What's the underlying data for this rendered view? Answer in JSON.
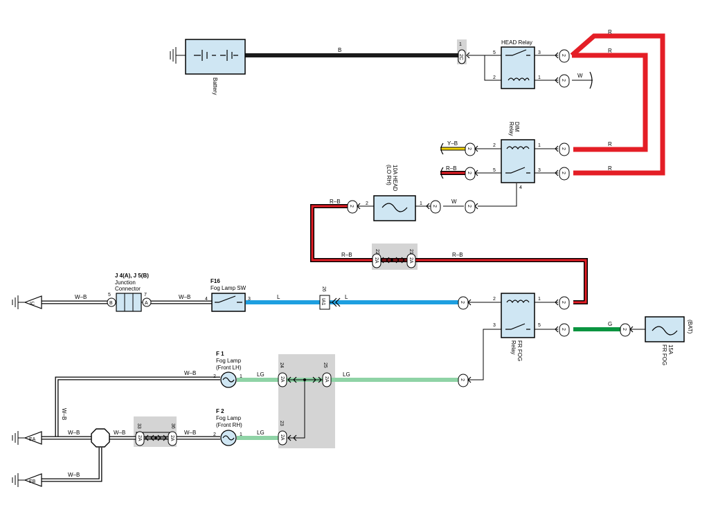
{
  "components": {
    "battery": "Battery",
    "head_relay": "HEAD Relay",
    "dim_relay_l1": "DIM",
    "dim_relay_l2": "Relay",
    "fuse_head_l1": "10A HEAD",
    "fuse_head_l2": "(LO RH)",
    "fr_fog_relay_l1": "FR FOG",
    "fr_fog_relay_l2": "Relay",
    "fuse_fog_l1": "15A",
    "fuse_fog_l2": "FR FOG",
    "fuse_fog_bat": "(BAT)",
    "junction_l1": "J 4(A), J 5(B)",
    "junction_l2": "Junction",
    "junction_l3": "Connector",
    "fog_sw_id": "F16",
    "fog_sw_name": "Fog Lamp SW",
    "fog_lh_id": "F 1",
    "fog_lh_l1": "Fog Lamp",
    "fog_lh_l2": "(Front LH)",
    "fog_rh_id": "F 2",
    "fog_rh_l1": "Fog Lamp",
    "fog_rh_l2": "(Front RH)",
    "ground_ic": "IC",
    "ground_ea": "EA",
    "ground_eb": "EB"
  },
  "wire_colors": {
    "b": "B",
    "r1": "R",
    "r2": "R",
    "r3": "R",
    "r4": "R",
    "w1": "W",
    "w2": "W",
    "yb": "Y–B",
    "rb1": "R–B",
    "rb2": "R–B",
    "rb3": "R–B",
    "rb4": "R–B",
    "l1": "L",
    "l2": "L",
    "g": "G",
    "lg1": "LG",
    "lg2": "LG",
    "lg3": "LG",
    "wb1": "W–B",
    "wb2": "W–B",
    "wb3": "W–B",
    "wb4": "W–B",
    "wb5": "W–B",
    "wb6": "W–B",
    "wb7": "W–B"
  },
  "connectors": {
    "c2c_top": "2C",
    "c2c_pin": "1",
    "c2_label": "2",
    "c2a_22": "2A",
    "c2a_22_pin": "22",
    "c2a_21": "2A",
    "c2a_21_pin": "21",
    "ia1": "IA1",
    "ia1_pin": "26",
    "j_b": "B",
    "j_b_pin": "5",
    "j_a": "A",
    "j_a_pin": "7",
    "c2a_24": "2A",
    "c2a_24_pin": "24",
    "c2a_25": "2A",
    "c2a_25_pin": "25",
    "c2a_23": "2A",
    "c2a_23_pin": "23",
    "c2a_33": "2A",
    "c2a_33_pin": "33",
    "c2a_36": "2A",
    "c2a_36_pin": "36"
  },
  "pins": {
    "head_5": "5",
    "head_2": "2",
    "head_3": "3",
    "head_1": "1",
    "dim_2": "2",
    "dim_5": "5",
    "dim_1": "1",
    "dim_3": "3",
    "dim_4": "4",
    "fuse_head_2": "2",
    "fuse_head_1": "1",
    "fog_relay_2l": "2",
    "fog_relay_3": "3",
    "fog_relay_1": "1",
    "fog_relay_5": "5",
    "fog_sw_4": "4",
    "fog_sw_3": "3",
    "lh_2": "2",
    "lh_1": "1",
    "rh_2": "2",
    "rh_1": "1"
  },
  "colors": {
    "box": "#cfe6f3",
    "red": "#e41e26",
    "blue": "#1e9fe0",
    "green": "#0a9440",
    "light_green": "#8fd3a6",
    "yellow": "#f5d60a",
    "gray_zone": "#d4d4d4"
  }
}
